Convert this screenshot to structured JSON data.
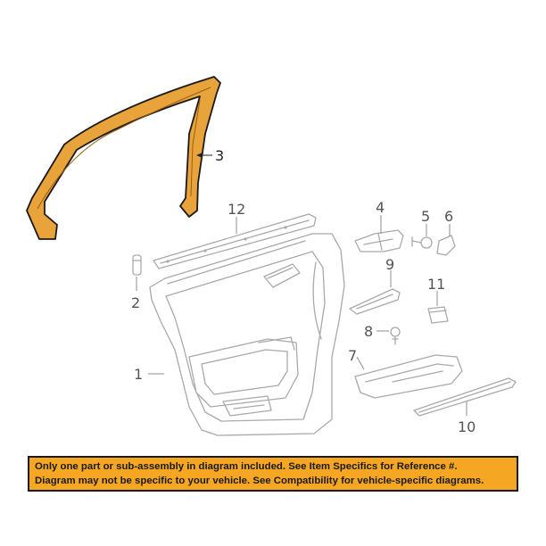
{
  "diagram": {
    "callouts": {
      "c1": "1",
      "c2": "2",
      "c3": "3",
      "c4": "4",
      "c5": "5",
      "c6": "6",
      "c7": "7",
      "c8": "8",
      "c9": "9",
      "c10": "10",
      "c11": "11",
      "c12": "12"
    },
    "highlight_color": "#e8a33a"
  },
  "notice": {
    "line1": "Only one part or sub-assembly in diagram included. See Item Specifics for Reference #.",
    "line2": "Diagram may not be specific to your vehicle. See Compatibility for vehicle-specific diagrams.",
    "background": "#f5a623"
  }
}
